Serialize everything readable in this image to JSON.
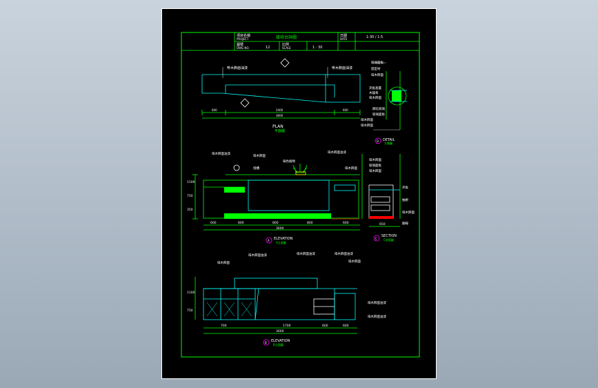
{
  "title_block": {
    "project_label": "項目名稱",
    "project_sub": "PROJECT",
    "drawing_name": "接待台詳圖",
    "drawing_no_label": "圖號",
    "drawing_no_sub": "DWG NO.",
    "scale_label": "比例",
    "scale_sub": "SCALE",
    "scale_value": "1 : 30",
    "sheet_value": "12",
    "date_label": "日期",
    "date_sub": "DATE",
    "date_value": "1:30 / 1:5"
  },
  "views": {
    "plan_en": "PLAN",
    "plan_cn": "平面圖",
    "elev_a_en": "ELEVATION",
    "elev_a_cn": "A立面圖",
    "elev_a_tag": "A",
    "elev_b_en": "ELEVATION",
    "elev_b_cn": "B立面圖",
    "elev_b_tag": "B",
    "section_en": "SECTION",
    "section_cn": "C剖面圖",
    "section_tag": "C",
    "detail_en": "DETAIL",
    "detail_cn": "大樣圖",
    "detail_tag": "D"
  },
  "plan": {
    "callout_left": "啡木飾面油漆",
    "callout_right": "啡木飾面油漆",
    "dim_left": "600",
    "dim_mid": "2400",
    "dim_right": "600",
    "dim_total": "3600"
  },
  "detail_callouts": [
    "玻璃面板",
    "鋁型材",
    "啡木飾面",
    "夾板基層",
    "木龍骨",
    "啡木飾面",
    "鋼化玻璃",
    "玻璃面板",
    "啡木飾面",
    "啡木飾面"
  ],
  "elevation_a": {
    "callouts_top": [
      "啡木飾面油漆",
      "啡木飾面",
      "綠色植物",
      "啡木飾面油漆"
    ],
    "callout_mid": "燈槽",
    "callout_right": "啡木飾面",
    "dim_segments": [
      "600",
      "800",
      "800",
      "800",
      "600"
    ],
    "dim_total": "3600",
    "heights": [
      "1100",
      "750",
      "350"
    ]
  },
  "section_c": {
    "callouts": [
      "啡木飾面",
      "玻璃面板",
      "啡木飾面",
      "夾板",
      "抽屜",
      "啡木飾面",
      "腳線"
    ],
    "dim": "650"
  },
  "elevation_b": {
    "callouts_top": [
      "啡木飾面",
      "啡木飾面油漆",
      "啡木飾面油漆",
      "啡木飾面油漆",
      "啡木飾面"
    ],
    "callout_right_1": "啡木飾面油漆",
    "callout_right_2": "啡木飾面油漆",
    "dim_segments": [
      "700",
      "1700",
      "600",
      "600"
    ],
    "dim_total": "3600",
    "heights": [
      "1100",
      "750"
    ]
  },
  "colors": {
    "line": "#00ff00",
    "cyan": "#00ffff",
    "white": "#ffffff",
    "magenta": "#ff00ff",
    "red": "#ff0000",
    "yellow": "#ffff00"
  }
}
